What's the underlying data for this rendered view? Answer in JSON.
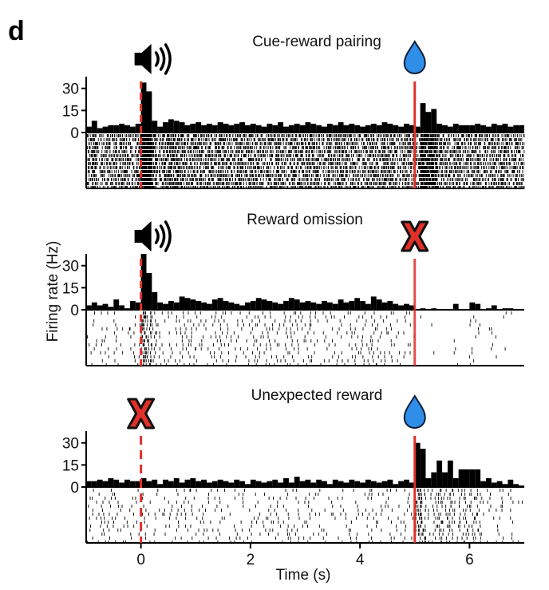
{
  "figure": {
    "panel_letter": "d"
  },
  "chart_data": [
    {
      "type": "bar",
      "title": "Cue-reward pairing",
      "ylabel": "",
      "xlabel": "",
      "yticks": [
        0,
        15,
        30
      ],
      "ylim": [
        0,
        38
      ],
      "xlim": [
        -1,
        7
      ],
      "bin_width": 0.1,
      "cue_time": 0,
      "reward_time": 5,
      "cue_present": true,
      "reward_present": true,
      "cue_icon": "speaker-icon",
      "reward_icon": "water-drop-icon",
      "raster_style": "dense",
      "bin_start": [
        -1.0,
        -0.9,
        -0.8,
        -0.7,
        -0.6,
        -0.5,
        -0.4,
        -0.3,
        -0.2,
        -0.1,
        0.0,
        0.1,
        0.2,
        0.3,
        0.4,
        0.5,
        0.6,
        0.7,
        0.8,
        0.9,
        1.0,
        1.1,
        1.2,
        1.3,
        1.4,
        1.5,
        1.6,
        1.7,
        1.8,
        1.9,
        2.0,
        2.1,
        2.2,
        2.3,
        2.4,
        2.5,
        2.6,
        2.7,
        2.8,
        2.9,
        3.0,
        3.1,
        3.2,
        3.3,
        3.4,
        3.5,
        3.6,
        3.7,
        3.8,
        3.9,
        4.0,
        4.1,
        4.2,
        4.3,
        4.4,
        4.5,
        4.6,
        4.7,
        4.8,
        4.9,
        5.0,
        5.1,
        5.2,
        5.3,
        5.4,
        5.5,
        5.6,
        5.7,
        5.8,
        5.9,
        6.0,
        6.1,
        6.2,
        6.3,
        6.4,
        6.5,
        6.6,
        6.7,
        6.8,
        6.9
      ],
      "values": [
        4,
        8,
        3,
        4,
        5,
        5,
        6,
        5,
        4,
        6,
        34,
        28,
        8,
        4,
        7,
        9,
        8,
        7,
        5,
        6,
        7,
        5,
        6,
        5,
        7,
        6,
        5,
        6,
        7,
        5,
        6,
        5,
        4,
        6,
        5,
        7,
        4,
        5,
        6,
        5,
        7,
        6,
        5,
        4,
        6,
        5,
        7,
        5,
        6,
        5,
        4,
        5,
        6,
        5,
        7,
        6,
        5,
        4,
        6,
        5,
        4,
        20,
        14,
        16,
        6,
        5,
        4,
        6,
        5,
        5,
        5,
        6,
        5,
        4,
        6,
        5,
        6,
        4,
        5,
        5
      ]
    },
    {
      "type": "bar",
      "title": "Reward omission",
      "ylabel": "Firing rate (Hz)",
      "xlabel": "",
      "yticks": [
        0,
        15,
        30
      ],
      "ylim": [
        0,
        38
      ],
      "xlim": [
        -1,
        7
      ],
      "bin_width": 0.1,
      "cue_time": 0,
      "reward_time": 5,
      "cue_present": true,
      "reward_present": false,
      "cue_icon": "speaker-icon",
      "reward_icon": "omission-x-icon",
      "raster_style": "sparse",
      "bin_start": [
        -1.0,
        -0.9,
        -0.8,
        -0.7,
        -0.6,
        -0.5,
        -0.4,
        -0.3,
        -0.2,
        -0.1,
        0.0,
        0.1,
        0.2,
        0.3,
        0.4,
        0.5,
        0.6,
        0.7,
        0.8,
        0.9,
        1.0,
        1.1,
        1.2,
        1.3,
        1.4,
        1.5,
        1.6,
        1.7,
        1.8,
        1.9,
        2.0,
        2.1,
        2.2,
        2.3,
        2.4,
        2.5,
        2.6,
        2.7,
        2.8,
        2.9,
        3.0,
        3.1,
        3.2,
        3.3,
        3.4,
        3.5,
        3.6,
        3.7,
        3.8,
        3.9,
        4.0,
        4.1,
        4.2,
        4.3,
        4.4,
        4.5,
        4.6,
        4.7,
        4.8,
        4.9,
        5.0,
        5.1,
        5.2,
        5.3,
        5.4,
        5.5,
        5.6,
        5.7,
        5.8,
        5.9,
        6.0,
        6.1,
        6.2,
        6.3,
        6.4,
        6.5,
        6.6,
        6.7,
        6.8,
        6.9
      ],
      "values": [
        3,
        5,
        3,
        4,
        2,
        7,
        3,
        1,
        6,
        5,
        38,
        25,
        12,
        5,
        4,
        6,
        5,
        9,
        8,
        7,
        6,
        5,
        4,
        7,
        8,
        6,
        5,
        4,
        3,
        5,
        6,
        8,
        7,
        6,
        5,
        4,
        6,
        8,
        7,
        5,
        6,
        5,
        4,
        6,
        5,
        4,
        7,
        5,
        6,
        8,
        6,
        4,
        9,
        7,
        5,
        6,
        4,
        3,
        4,
        3,
        0,
        1,
        0,
        1,
        0,
        0,
        0,
        4,
        0,
        0,
        5,
        4,
        0,
        1,
        3,
        0,
        1,
        1,
        0,
        0
      ]
    },
    {
      "type": "bar",
      "title": "Unexpected reward",
      "ylabel": "",
      "xlabel": "Time (s)",
      "yticks": [
        0,
        15,
        30
      ],
      "xticks": [
        0,
        2,
        4,
        6
      ],
      "ylim": [
        0,
        38
      ],
      "xlim": [
        -1,
        7
      ],
      "bin_width": 0.1,
      "cue_time": 0,
      "reward_time": 5,
      "cue_present": false,
      "reward_present": true,
      "cue_icon": "omission-x-icon",
      "reward_icon": "water-drop-icon",
      "raster_style": "sparse",
      "bin_start": [
        -1.0,
        -0.9,
        -0.8,
        -0.7,
        -0.6,
        -0.5,
        -0.4,
        -0.3,
        -0.2,
        -0.1,
        0.0,
        0.1,
        0.2,
        0.3,
        0.4,
        0.5,
        0.6,
        0.7,
        0.8,
        0.9,
        1.0,
        1.1,
        1.2,
        1.3,
        1.4,
        1.5,
        1.6,
        1.7,
        1.8,
        1.9,
        2.0,
        2.1,
        2.2,
        2.3,
        2.4,
        2.5,
        2.6,
        2.7,
        2.8,
        2.9,
        3.0,
        3.1,
        3.2,
        3.3,
        3.4,
        3.5,
        3.6,
        3.7,
        3.8,
        3.9,
        4.0,
        4.1,
        4.2,
        4.3,
        4.4,
        4.5,
        4.6,
        4.7,
        4.8,
        4.9,
        5.0,
        5.1,
        5.2,
        5.3,
        5.4,
        5.5,
        5.6,
        5.7,
        5.8,
        5.9,
        6.0,
        6.1,
        6.2,
        6.3,
        6.4,
        6.5,
        6.6,
        6.7,
        6.8,
        6.9
      ],
      "values": [
        4,
        4,
        5,
        4,
        6,
        5,
        3,
        5,
        4,
        4,
        6,
        4,
        5,
        2,
        5,
        4,
        6,
        3,
        5,
        6,
        4,
        5,
        3,
        4,
        5,
        4,
        3,
        5,
        4,
        2,
        5,
        4,
        3,
        4,
        5,
        3,
        6,
        3,
        7,
        4,
        5,
        3,
        5,
        4,
        2,
        5,
        4,
        3,
        5,
        4,
        3,
        5,
        4,
        3,
        4,
        5,
        2,
        4,
        5,
        3,
        30,
        26,
        6,
        10,
        18,
        10,
        18,
        6,
        12,
        12,
        12,
        12,
        4,
        6,
        3,
        4,
        2,
        5,
        2,
        1
      ]
    }
  ]
}
